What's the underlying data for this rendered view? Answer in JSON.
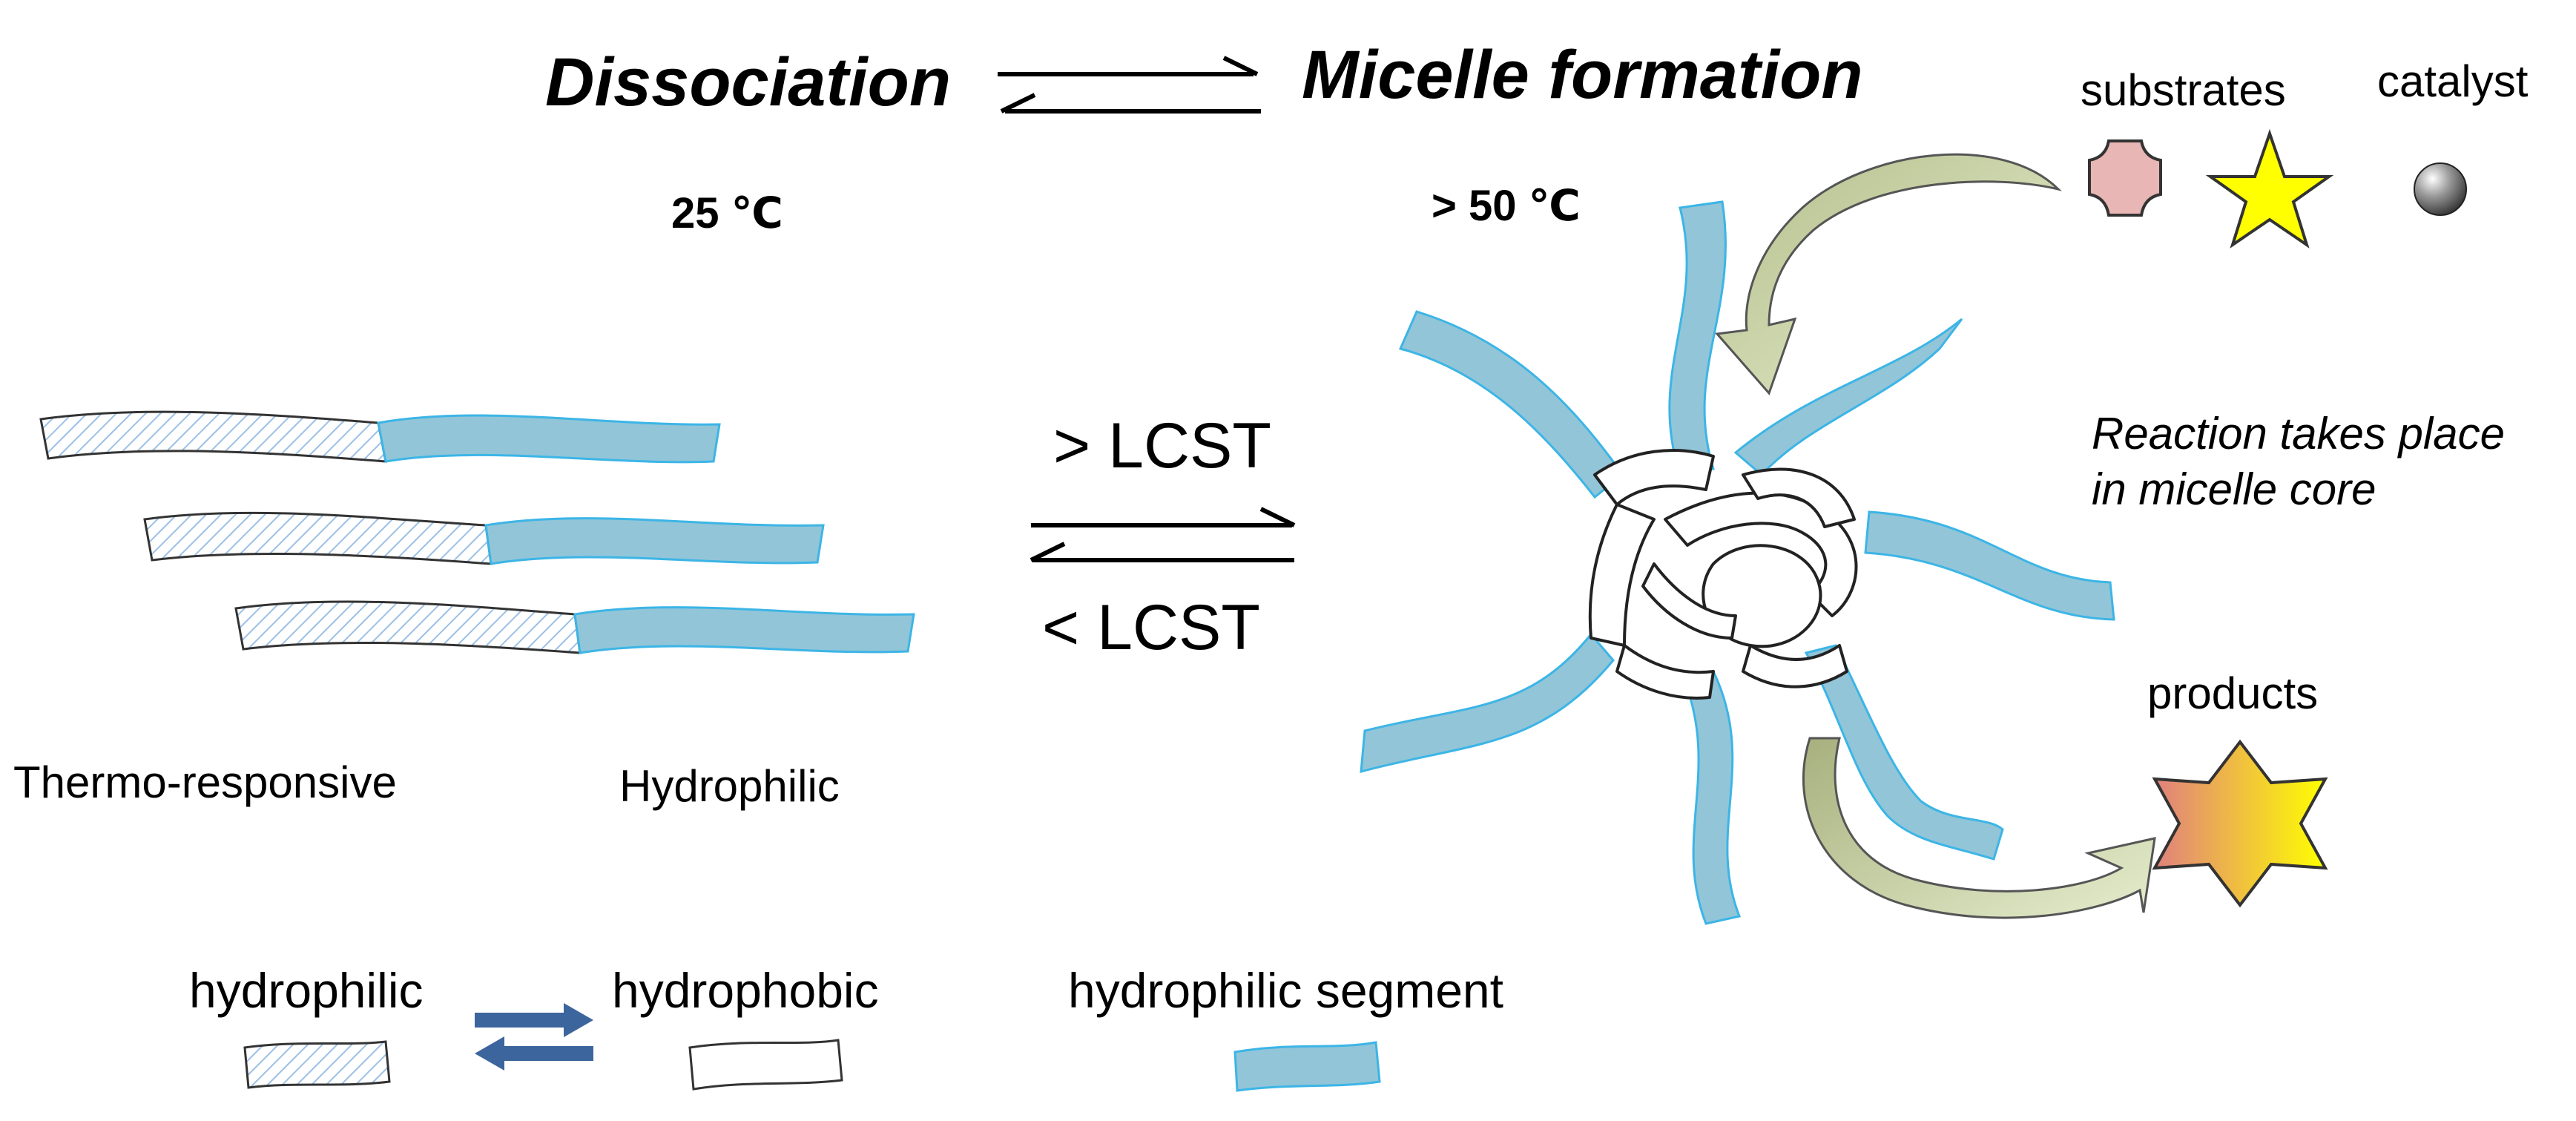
{
  "title_left": "Dissociation",
  "title_right": "Micelle formation",
  "temp_left": "25 ℃",
  "temp_right": "> 50 ℃",
  "lcst_above": "> LCST",
  "lcst_below": "< LCST",
  "label_thermo": "Thermo-responsive",
  "label_hydrophilic": "Hydrophilic",
  "label_substrates": "substrates",
  "label_catalyst": "catalyst",
  "reaction_line1": "Reaction takes place",
  "reaction_line2": "in micelle core",
  "label_products": "products",
  "legend_hydrophilic": "hydrophilic",
  "legend_hydrophobic": "hydrophobic",
  "legend_segment": "hydrophilic segment",
  "colors": {
    "hydrophilic_fill": "#92c5d8",
    "hydrophilic_edge": "#3cb5e6",
    "hatch": "#9cc0e6",
    "legend_arrow": "#3d659d",
    "substrate_fill": "#e8b6b4",
    "star_fill": "#ffff00",
    "curved_arrow": "#c9d4a6"
  }
}
